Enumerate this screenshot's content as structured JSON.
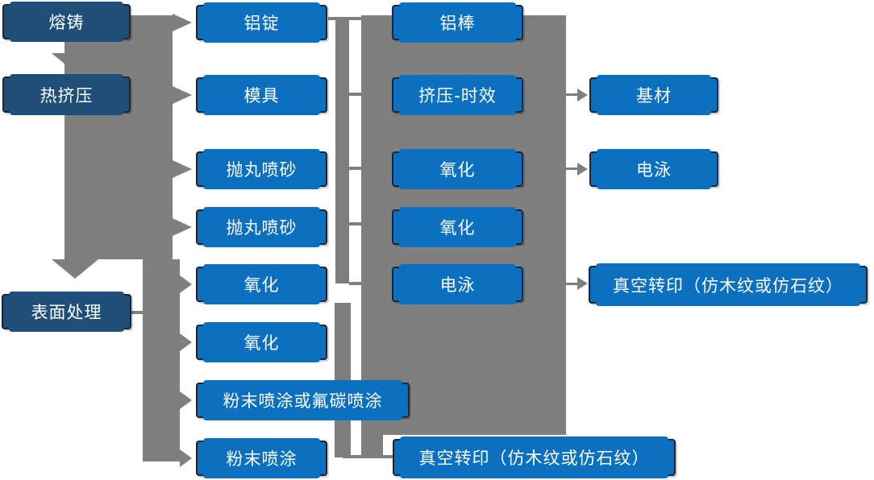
{
  "colors": {
    "box_blue": "#0c70c0",
    "box_dark_blue": "#1f4e79",
    "box_border": "#1b2533",
    "connector_gray": "#7f7f7f",
    "text": "#ffffff"
  },
  "nodes": {
    "stages": [
      "熔铸",
      "热挤压",
      "表面处理"
    ],
    "col2": [
      "铝锭",
      "模具",
      "抛丸喷砂",
      "抛丸喷砂",
      "氧化",
      "氧化",
      "粉末喷涂或氟碳喷涂",
      "粉末喷涂"
    ],
    "col3": [
      "铝棒",
      "挤压-时效",
      "氧化",
      "氧化",
      "电泳",
      "真空转印（仿木纹或仿石纹）"
    ],
    "col4": [
      "基材",
      "电泳",
      "真空转印（仿木纹或仿石纹）"
    ]
  }
}
